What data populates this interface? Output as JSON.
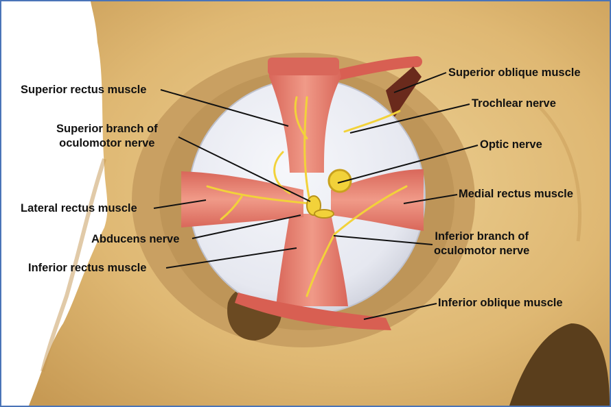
{
  "labels": {
    "superior_rectus": "Superior rectus muscle",
    "superior_branch_line1": "Superior branch of",
    "superior_branch_line2": "oculomotor nerve",
    "lateral_rectus": "Lateral rectus muscle",
    "abducens": "Abducens nerve",
    "inferior_rectus": "Inferior rectus muscle",
    "superior_oblique": "Superior oblique muscle",
    "trochlear": "Trochlear nerve",
    "optic": "Optic nerve",
    "medial_rectus": "Medial rectus muscle",
    "inferior_branch_line1": "Inferior branch of",
    "inferior_branch_line2": "oculomotor nerve",
    "inferior_oblique": "Inferior oblique muscle"
  },
  "colors": {
    "bone": "#e2bf7e",
    "bone_dark": "#c69a55",
    "muscle": "#e07a6a",
    "muscle_dark": "#c9544a",
    "nerve": "#f2d23a",
    "globe": "#e9ecf4",
    "leader": "#111111",
    "frame": "#4a74b8"
  }
}
